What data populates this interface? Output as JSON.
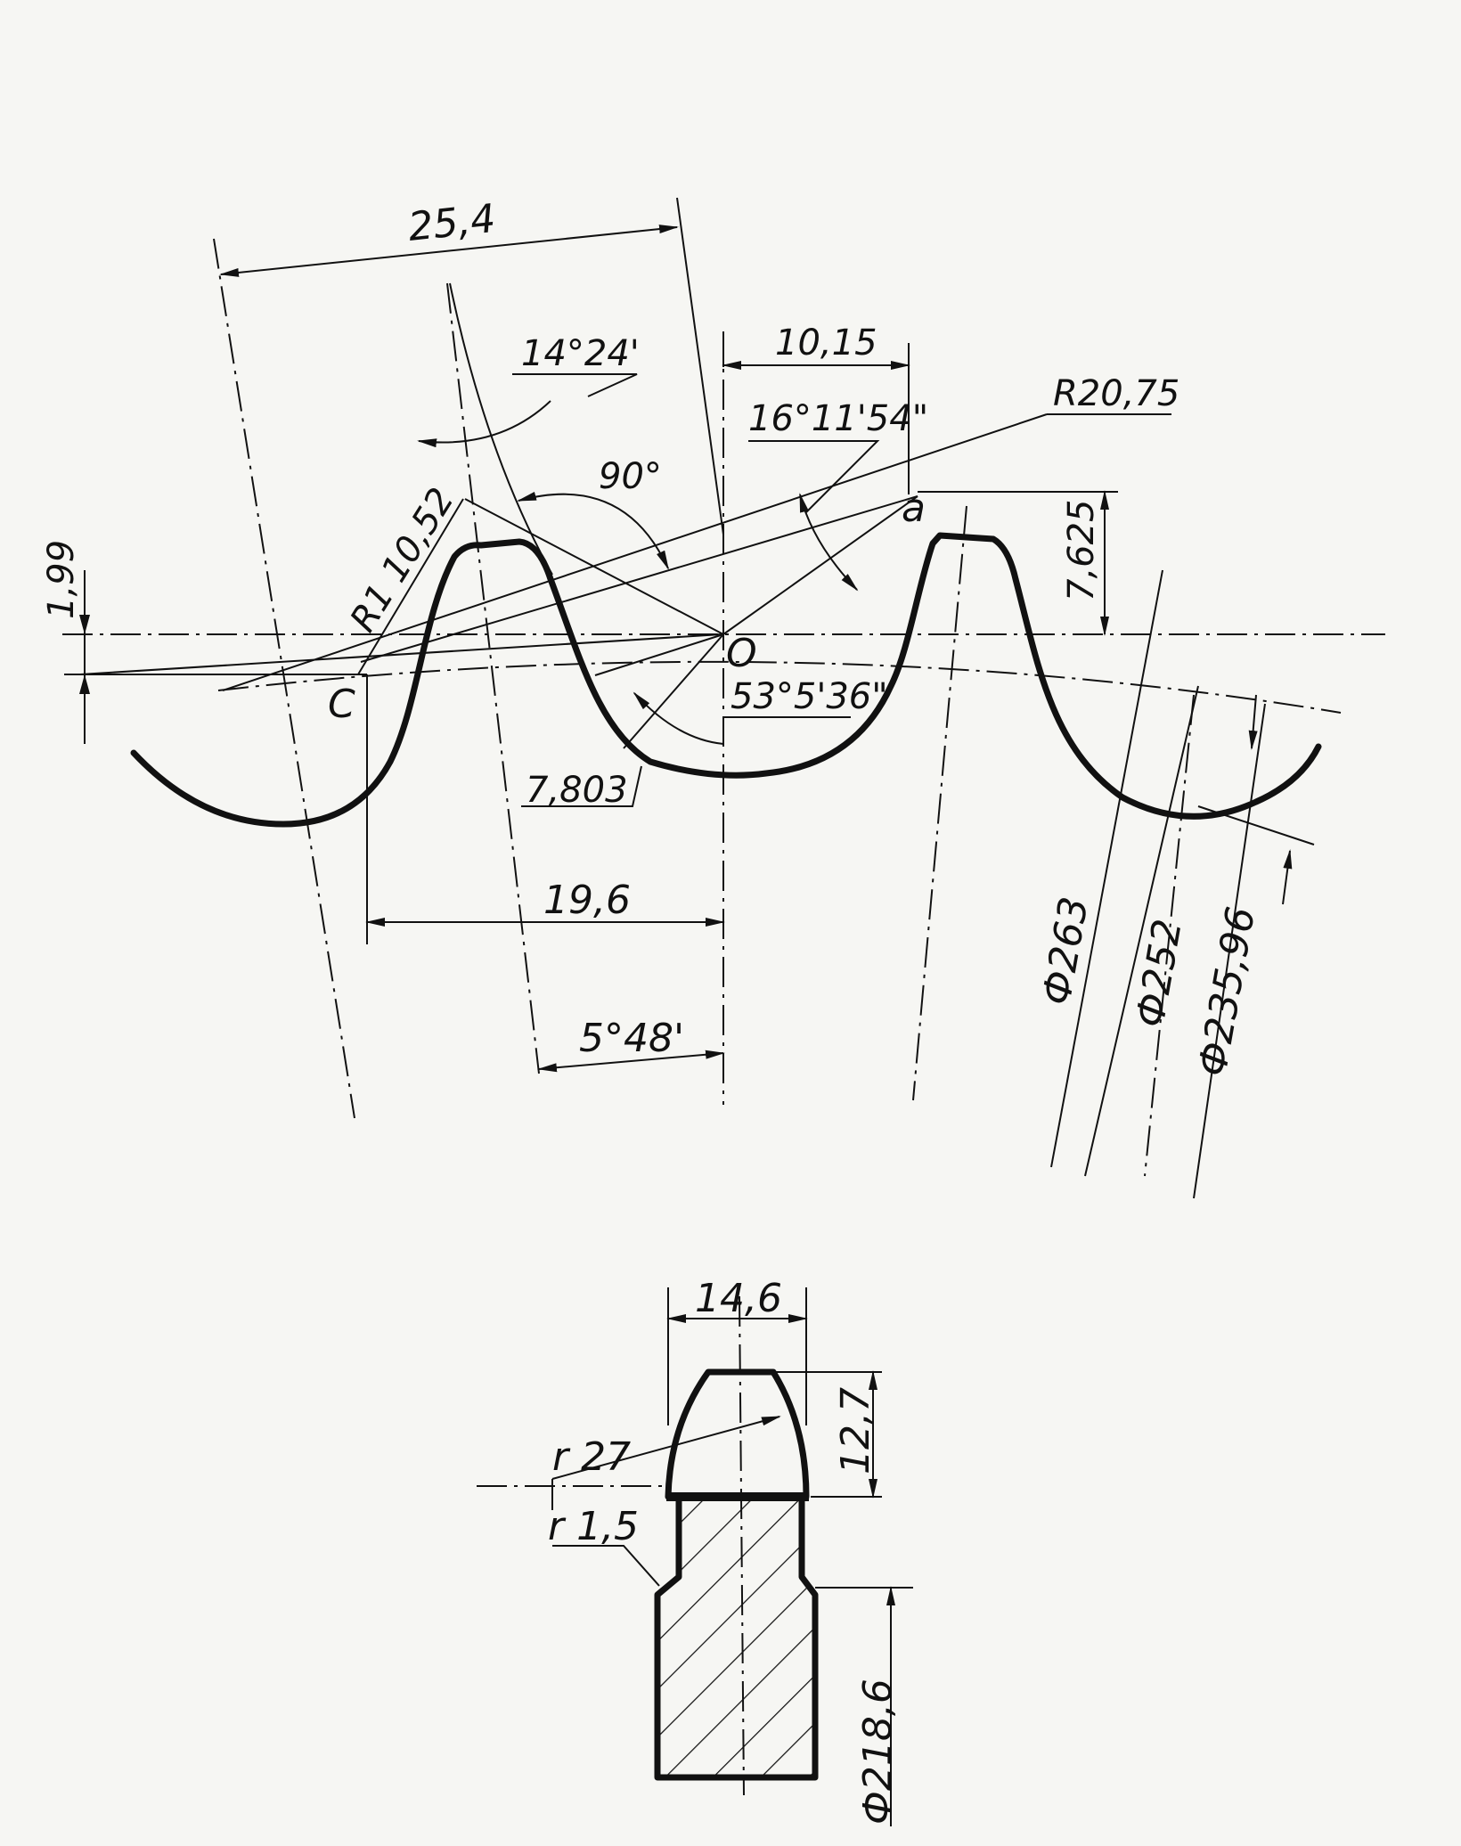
{
  "drawing": {
    "upper_view": {
      "labels": {
        "pitch": "25,4",
        "angle_top": "14°24'",
        "dim_10_15": "10,15",
        "radius_r20": "R20,75",
        "angle_16": "16°11'54\"",
        "angle_90": "90°",
        "point_a": "a",
        "dim_7_625": "7,625",
        "dim_1_99": "1,99",
        "radius_r1": "R1 10,52",
        "point_c": "C",
        "point_o": "O",
        "angle_53": "53°5'36\"",
        "radius_7803": "7,803",
        "dim_19_6": "19,6",
        "angle_5_48": "5°48'",
        "dia_263": "Ф263",
        "dia_252": "Ф252",
        "dia_235": "Ф235,96"
      }
    },
    "lower_view": {
      "labels": {
        "width": "14,6",
        "height": "12,7",
        "radius_27": "r 27",
        "radius_15": "r 1,5",
        "dia_218": "Ф218,6"
      }
    }
  }
}
